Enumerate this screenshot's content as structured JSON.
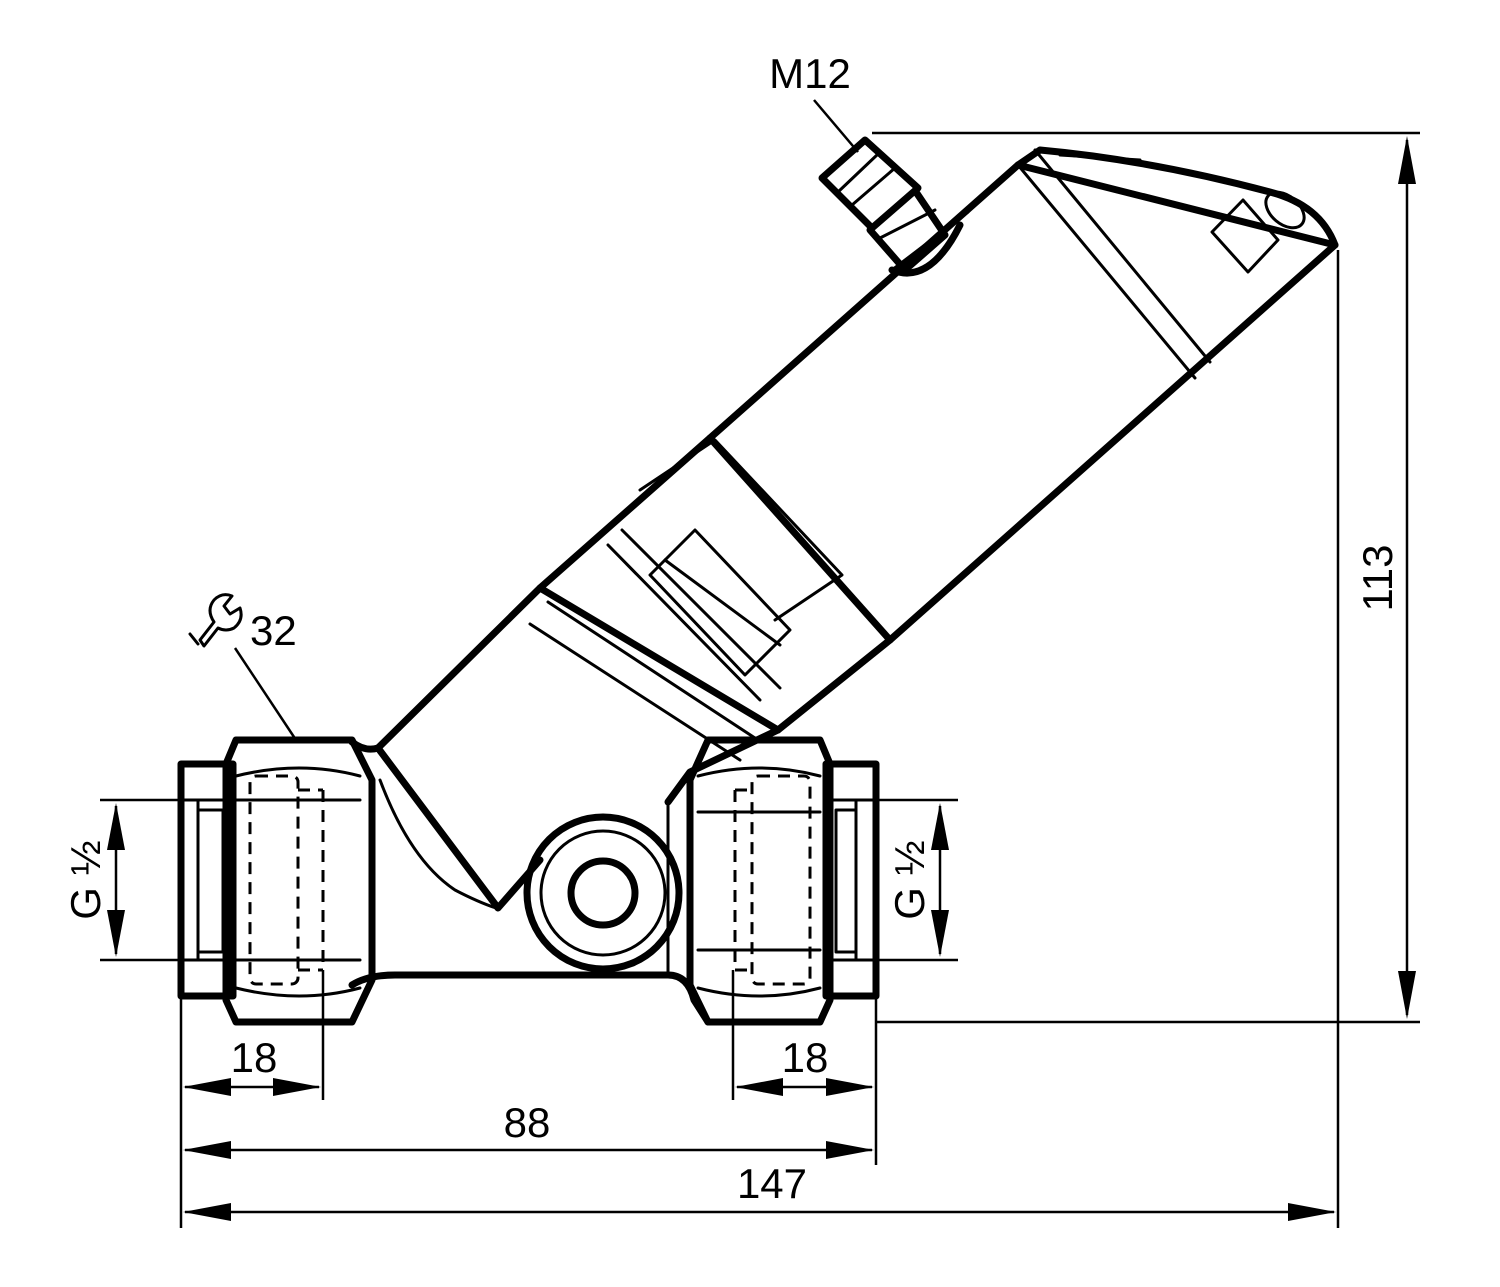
{
  "labels": {
    "connector": "M12",
    "wrench_size": "32",
    "height": "113",
    "thread_left": "G ½",
    "thread_right": "G ½",
    "left_nut_length": "18",
    "right_nut_length": "18",
    "port_span": "88",
    "total_length": "147"
  },
  "icons": {
    "wrench": "wrench-icon"
  }
}
